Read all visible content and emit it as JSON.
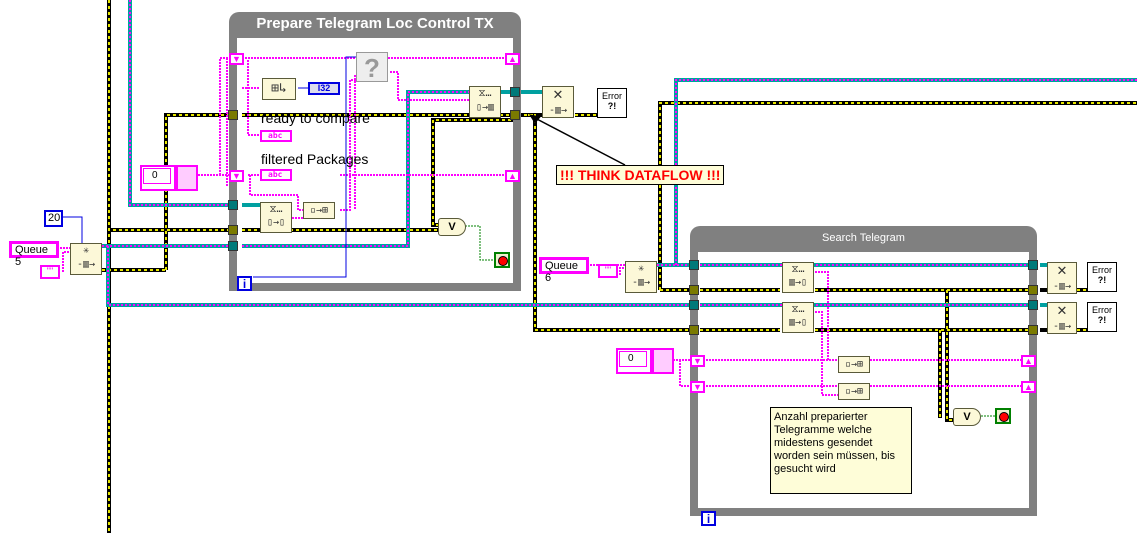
{
  "loops": {
    "prepare": {
      "title": "Prepare Telegram Loc Control TX",
      "iteration_label": "i"
    },
    "search": {
      "title": "Search Telegram",
      "iteration_label": "i"
    }
  },
  "labels": {
    "ready_to_compare": "ready to compare",
    "filtered_packages": "filtered Packages"
  },
  "indicators": {
    "ready_to_compare": "abc",
    "filtered_packages": "abc"
  },
  "constants": {
    "queue5": "Queue 5",
    "queue6": "Queue 6",
    "max_size": "20",
    "empty_string_1": "\"\"",
    "empty_string_2": "\"\"",
    "array_init_1": "0",
    "array_init_2": "0",
    "i32_type": "I32"
  },
  "nodes": {
    "obtain_queue": "Obtain Queue",
    "release_queue": "Release Queue",
    "dequeue": "Dequeue Element",
    "flush_queue": "Flush Queue",
    "build_array": "Build Array",
    "or": "V",
    "case_unknown": "?"
  },
  "error_handler": {
    "label_line1": "Error",
    "label_line2": "?!"
  },
  "annotations": {
    "dataflow": "!!! THINK DATAFLOW !!!",
    "comment": "Anzahl preparierter Telegramme welche midestens gesendet worden sein müssen, bis gesucht wird"
  },
  "colors": {
    "error_wire": "#c8c800",
    "ref_wire": "#00a0a0",
    "string_wire": "#ff00ff",
    "int_wire": "#0000e0",
    "bool_wire": "#008000",
    "loop_frame": "#808080",
    "node_bg": "#fcf8d8",
    "dataflow_text": "#ff0000"
  }
}
